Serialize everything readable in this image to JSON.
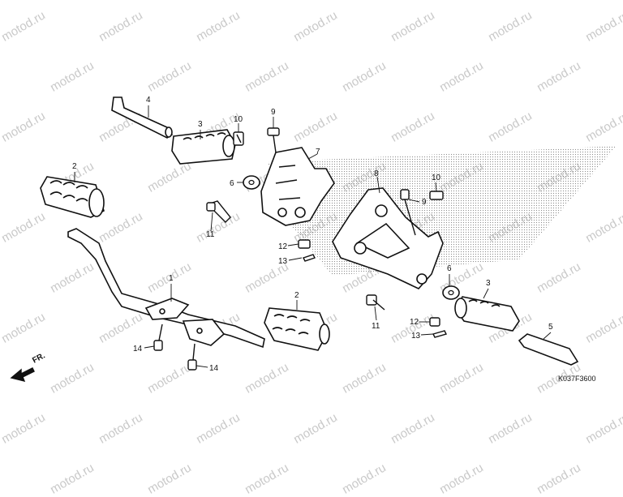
{
  "watermark_text": "motod.ru",
  "diagram_code": "K037F3600",
  "direction_label": "FR.",
  "callouts": {
    "c1": "1",
    "c2a": "2",
    "c2b": "2",
    "c3a": "3",
    "c3b": "3",
    "c4": "4",
    "c5": "5",
    "c6a": "6",
    "c6b": "6",
    "c7": "7",
    "c8": "8",
    "c9a": "9",
    "c9b": "9",
    "c10a": "10",
    "c10b": "10",
    "c11a": "11",
    "c11b": "11",
    "c12a": "12",
    "c12b": "12",
    "c13a": "13",
    "c13b": "13",
    "c14a": "14",
    "c14b": "14"
  }
}
